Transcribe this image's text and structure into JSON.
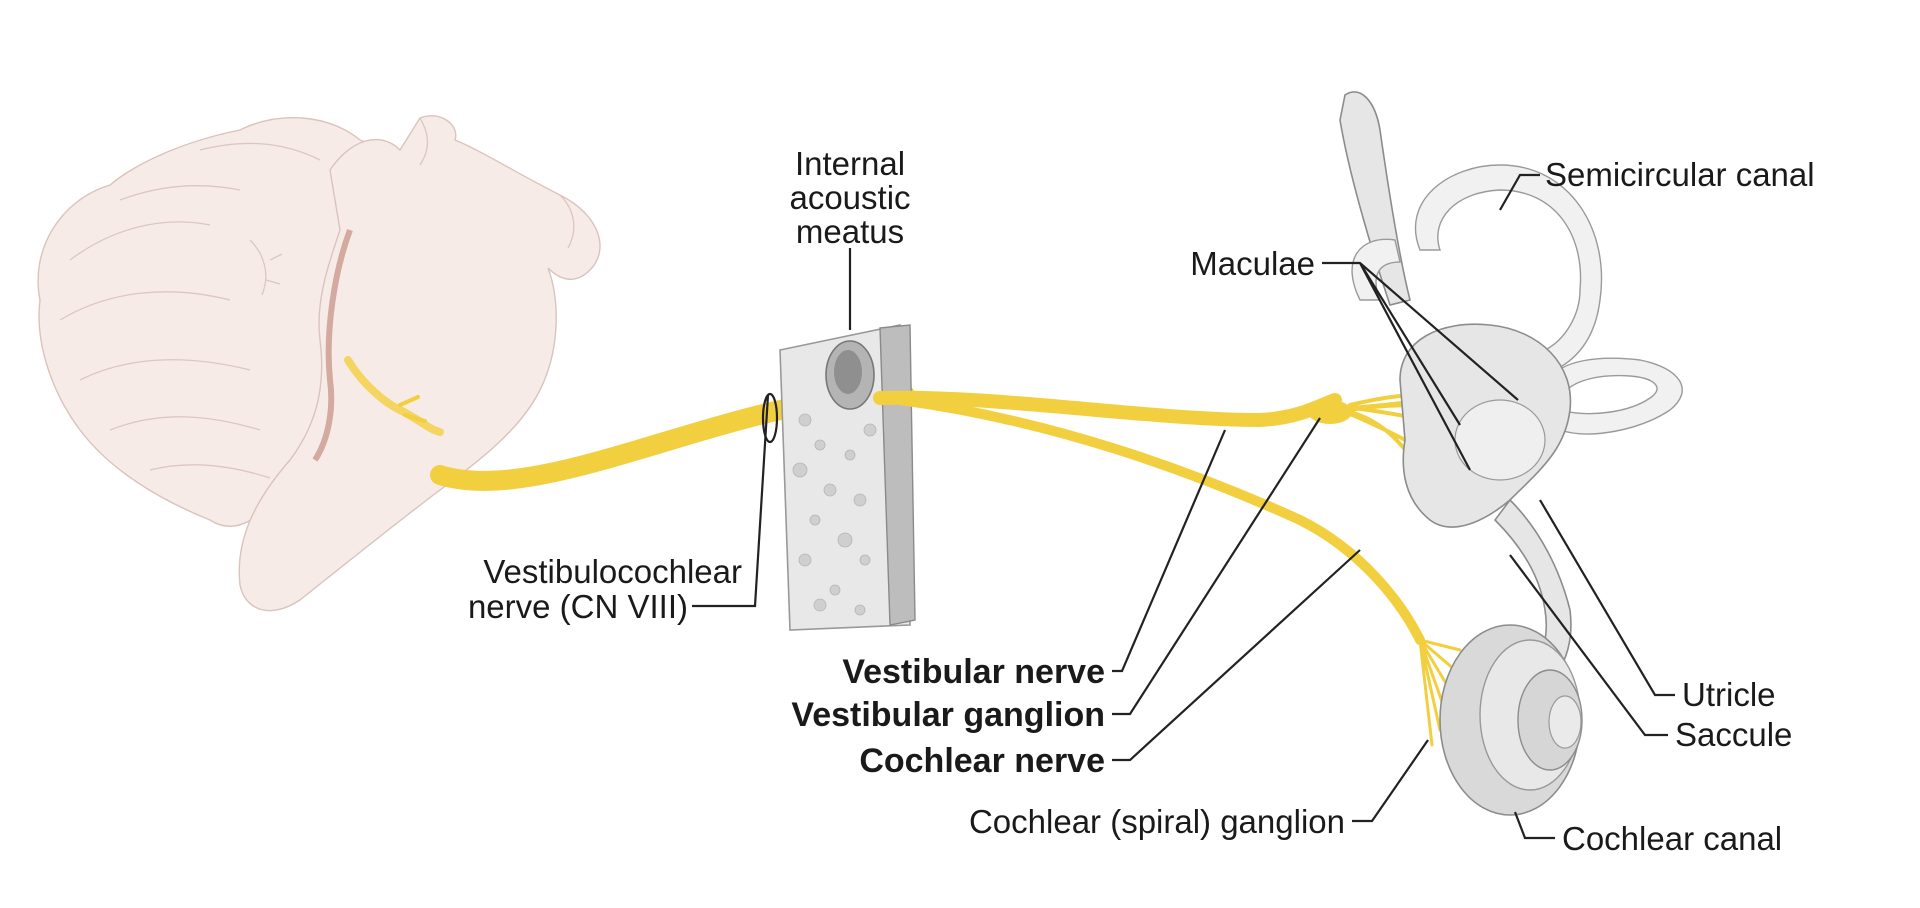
{
  "labels": {
    "internal_acoustic_meatus": [
      "Internal",
      "acoustic",
      "meatus"
    ],
    "semicircular_canal": "Semicircular canal",
    "maculae": "Maculae",
    "vestibulocochlear_nerve": [
      "Vestibulocochlear",
      "nerve (CN VIII)"
    ],
    "vestibular_nerve": "Vestibular nerve",
    "vestibular_ganglion": "Vestibular ganglion",
    "cochlear_nerve": "Cochlear nerve",
    "cochlear_spiral_ganglion": "Cochlear (spiral) ganglion",
    "utricle": "Utricle",
    "saccule": "Saccule",
    "cochlear_canal": "Cochlear canal"
  },
  "colors": {
    "nerve": "#f2cf3f",
    "brain": "#f7ebe8",
    "bone": "#e9e9e9",
    "labyrinth": "#e6e6e6",
    "text": "#1a1a1a"
  }
}
